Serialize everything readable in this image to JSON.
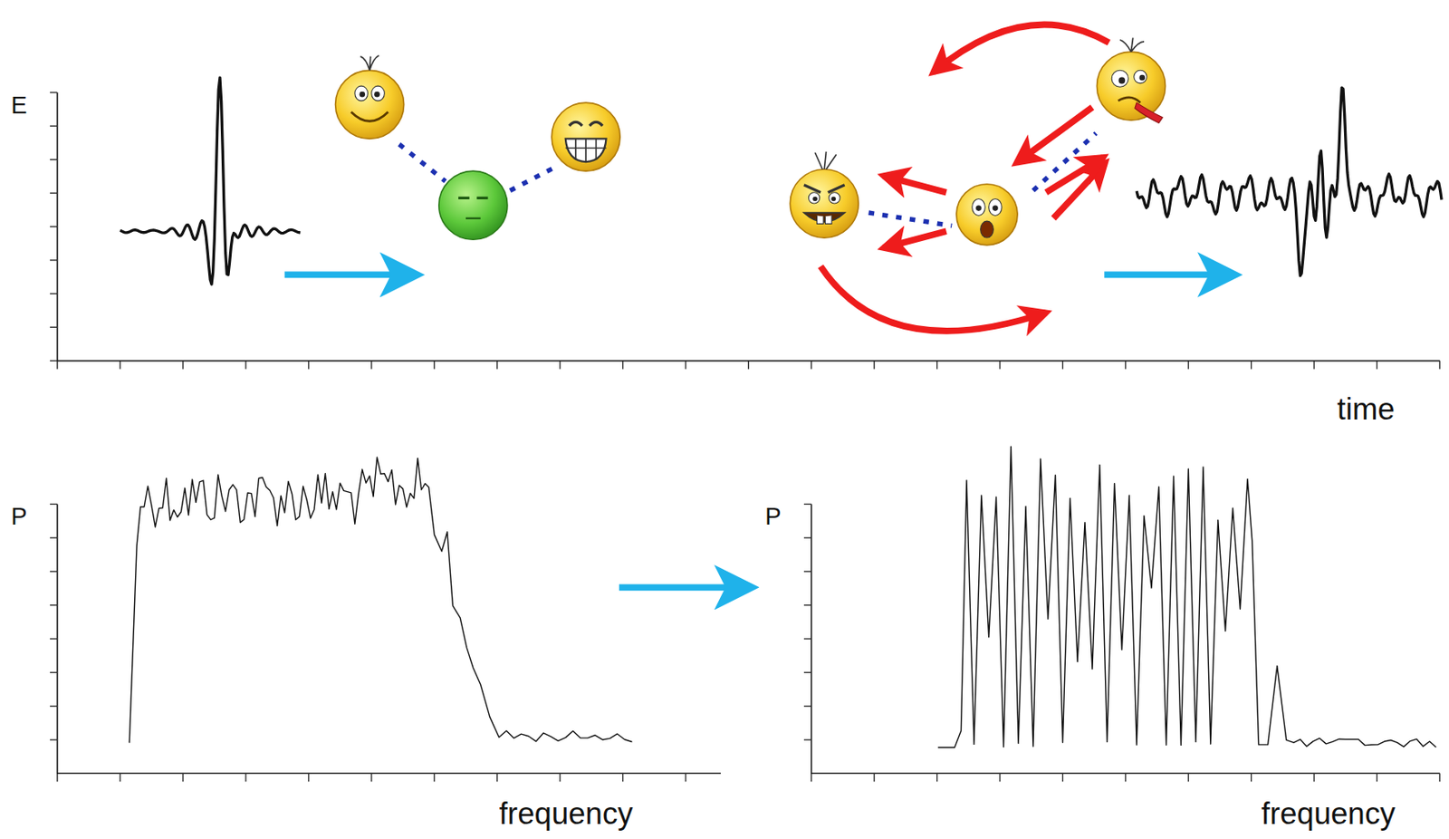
{
  "diagram": {
    "labels": [
      "E",
      "time",
      "P",
      "frequency",
      "P",
      "frequency"
    ]
  }
}
